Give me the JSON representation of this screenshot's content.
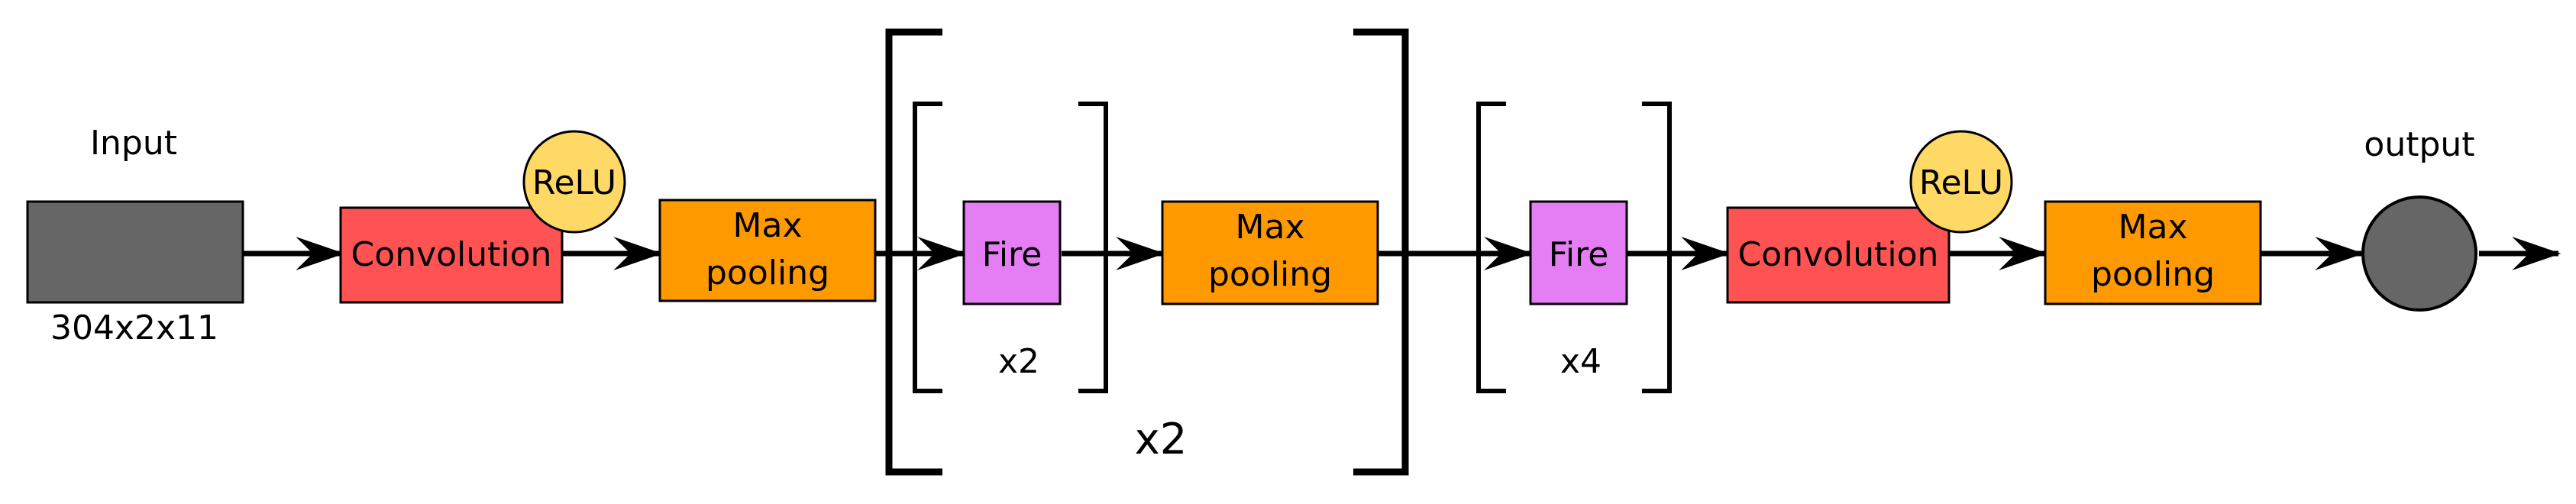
{
  "diagram": {
    "input_label": "Input",
    "input_dims": "304x2x11",
    "output_label": "output",
    "conv1": "Convolution",
    "relu1": "ReLU",
    "pool1": [
      "Max",
      "pooling"
    ],
    "fire1": "Fire",
    "fire1_repeat": "x2",
    "pool2": [
      "Max",
      "pooling"
    ],
    "outer_repeat": "x2",
    "fire2": "Fire",
    "fire2_repeat": "x4",
    "conv2": "Convolution",
    "relu2": "ReLU",
    "pool3": [
      "Max",
      "pooling"
    ]
  },
  "colors": {
    "input": "#666666",
    "convolution": "#ff5252",
    "relu": "#ffd966",
    "pooling": "#ff9900",
    "fire": "#e57ef5",
    "output": "#666666",
    "stroke": "#000000"
  }
}
